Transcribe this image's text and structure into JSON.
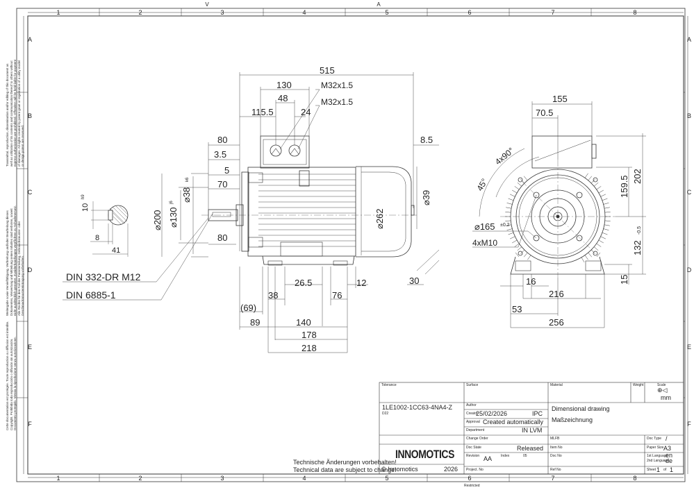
{
  "frame": {
    "columns": [
      "1",
      "2",
      "3",
      "4",
      "5",
      "6",
      "7",
      "8"
    ],
    "rows": [
      "A",
      "B",
      "C",
      "D",
      "E",
      "F"
    ],
    "top_marks": [
      "V",
      "A"
    ]
  },
  "side_notes": {
    "upper": [
      "Transmittal, reproduction, dissemination and/or editing of this document as",
      "well as utilization of its contents and communication thereof to others without",
      "express authorization are prohibited. Offenders will be held liable for payment",
      "of damages. All rights created by patent grant or registration of a utility model",
      "or design patent are reserved."
    ],
    "middle": [
      "Weitergabe sowie Vervielfältigung, Verbreitung und/oder Bearbeitung dieses",
      "Dokumentes, Verwertung und Mitteilung seines Inhaltes sind verboten, soweit",
      "nicht ausdrücklich gestattet. Zuwiderhandlungen verpflichten zu Schadenersatz.",
      "Alle Rechte für den Fall der Patenterteilung, Gebrauchsmuster- oder",
      "Geschmacksmustereintragung vorbehalten."
    ],
    "lower": [
      "Cette documentation est protégée. Toute reproduction ou diffusion est interdite.",
      "Copyright. Prohibida toda reproducción o difusión sin autorización.",
      "Documento protegido. Vietata la riproduzione senza autorizzazione."
    ]
  },
  "dimensions": {
    "side_view": {
      "overall_length": "515",
      "terminal_box_width": "130",
      "gland_center": "48",
      "gland_from_end": "115.5",
      "gland_offset": "24",
      "gland_1": "M32x1.5",
      "gland_2": "M32x1.5",
      "shaft_length": "80",
      "shaft_shoulder": "3.5",
      "key_offset": "5",
      "key_length": "70",
      "shaft_dia": "⌀38",
      "shaft_fit": "k6",
      "spigot_dia": "⌀130",
      "spigot_fit": "j6",
      "flange_dia": "⌀200",
      "lower_80": "80",
      "fan_cowl_length": "8.5",
      "end_dia": "⌀39",
      "frame_dia": "⌀262",
      "foot_26_5": "26.5",
      "foot_12": "12",
      "foot_30": "30",
      "foot_38": "38",
      "foot_76": "76",
      "ref_69": "(69)",
      "ref_89": "89",
      "foot_140": "140",
      "foot_178": "178",
      "foot_218": "218",
      "thread_note": "DIN 332-DR M12",
      "key_note": "DIN 6885-1"
    },
    "shaft_detail": {
      "key_width": "10",
      "key_fit": "h9",
      "key_depth": "8",
      "shaft_height": "41"
    },
    "end_view": {
      "box_width": "155",
      "box_offset": "70.5",
      "angle_1": "4x90°",
      "angle_2": "45°",
      "height_202": "202",
      "height_159_5": "159.5",
      "shaft_height": "132",
      "shaft_height_tol": "-0.5",
      "pcd": "⌀165",
      "pcd_tol": "±0.2",
      "holes": "4xM10",
      "foot_16": "16",
      "foot_216": "216",
      "foot_53": "53",
      "foot_256": "256",
      "foot_15": "15"
    }
  },
  "title_block": {
    "tolerance_label": "Tolerance",
    "surface_label": "Surface",
    "material_label": "Material",
    "weight_label": "Weight",
    "scale_label": "Scale",
    "unit": "mm",
    "part_number": "1LE1002-1CC63-4NA4-Z",
    "variant": "D22",
    "author_label": "Author",
    "creator_label": "Creator",
    "creator_date": "25/02/2026",
    "creator_value": "IPC",
    "approval_label": "Approval",
    "approval_value": "Created automatically",
    "department_label": "Department",
    "department_value": "IN LVM",
    "title_en": "Dimensional drawing",
    "title_de": "Maßzeichnung",
    "change_order_label": "Change Order",
    "mlfb_label": "MLFB",
    "doc_type_label": "Doc Type",
    "doc_type_value": "/",
    "doc_state_label": "Doc State",
    "doc_state_value": "Released",
    "item_no_label": "Item No",
    "paper_size_label": "Paper Size",
    "paper_size_value": "A3",
    "revision_label": "Revision",
    "revision_value": "AA",
    "index_label": "Index",
    "index_value": "05",
    "doc_no_label": "Doc No",
    "lang1_label": "1st Language",
    "lang1_value": "en",
    "lang2_label": "2nd Language",
    "lang2_value": "de",
    "company": "INNOMOTICS",
    "copyright": "© Innomotics",
    "year": "2026",
    "project_label": "Project. No",
    "ref_label": "Ref No",
    "sheet_label": "Sheet",
    "sheet_value": "1",
    "sheet_of": "of",
    "sheet_total": "1",
    "restricted_label": "Restricted",
    "notice_de": "Technische Änderungen vorbehalten!",
    "notice_en": "Technical data are subject to change!"
  }
}
